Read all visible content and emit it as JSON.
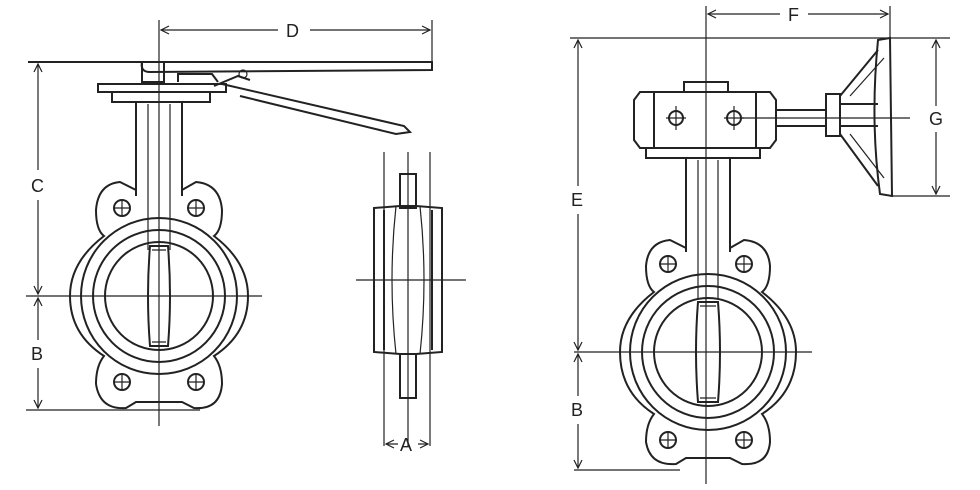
{
  "labels": {
    "a": "A",
    "b_left": "B",
    "b_right": "B",
    "c": "C",
    "d": "D",
    "e": "E",
    "f": "F",
    "g": "G"
  },
  "colors": {
    "line": "#222222",
    "background": "#ffffff"
  }
}
